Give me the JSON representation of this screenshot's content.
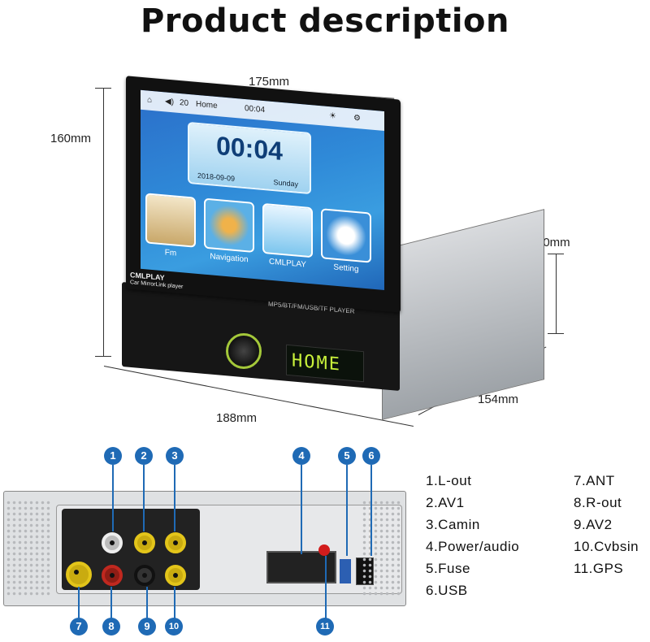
{
  "title": "Product description",
  "dimensions": {
    "width_top": "175mm",
    "height_left": "160mm",
    "depth_right": "50mm",
    "length_bottom": "154mm",
    "width_bottom": "188mm"
  },
  "screen": {
    "status_home": "Home",
    "status_volume": "20",
    "status_time": "00:04",
    "clock": "00:04",
    "date": "2018-09-09",
    "day": "Sunday",
    "apps": [
      {
        "label": "Fm"
      },
      {
        "label": "Navigation"
      },
      {
        "label": "CMLPLAY"
      },
      {
        "label": "Setting"
      }
    ]
  },
  "device": {
    "brand": "CMLPLAY",
    "brand_sub": "Car MirrorLink player",
    "strip": "MP5/BT/FM/USB/TF PLAYER",
    "lcd": "HOME"
  },
  "callouts": [
    "1",
    "2",
    "3",
    "4",
    "5",
    "6",
    "7",
    "8",
    "9",
    "10",
    "11"
  ],
  "legend_left": [
    "1.L-out",
    "2.AV1",
    "3.Camin",
    "4.Power/audio",
    "5.Fuse",
    "6.USB"
  ],
  "legend_right": [
    "7.ANT",
    "8.R-out",
    "9.AV2",
    "10.Cvbsin",
    "11.GPS"
  ],
  "colors": {
    "badge": "#1f6ab5",
    "lcd_text": "#c9f23b",
    "rca_white": "#eeeeee",
    "rca_yellow": "#e3c51a",
    "rca_red": "#c0281f",
    "rca_black": "#111111"
  }
}
